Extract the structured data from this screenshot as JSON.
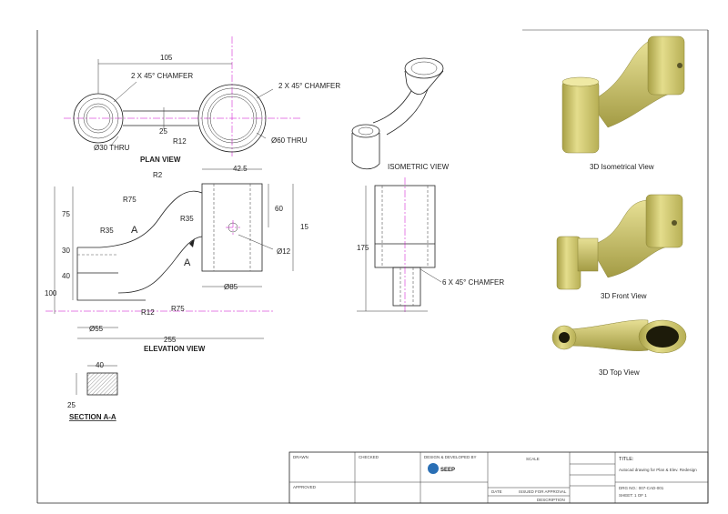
{
  "drawing": {
    "plan_view": {
      "title": "PLAN VIEW",
      "dim_overall": "105",
      "chamfer_left": "2 X 45° CHAMFER",
      "chamfer_right": "2 X 45° CHAMFER",
      "dim_offset": "25",
      "radius": "R12",
      "hole_left": "Ø30 THRU",
      "hole_right": "Ø60 THRU"
    },
    "elevation_view": {
      "title": "ELEVATION VIEW",
      "r2": "R2",
      "r75_top": "R75",
      "r35_left": "R35",
      "r35_right": "R35",
      "r12": "R12",
      "r75_bottom": "R75",
      "dim_75": "75",
      "dim_30": "30",
      "dim_40": "40",
      "dim_100": "100",
      "dim_top": "42.5",
      "dim_60": "60",
      "dim_15": "15",
      "dim_hole": "Ø12",
      "dim_boss": "Ø85",
      "dim_base": "Ø55",
      "dim_overall": "255",
      "section_a1": "A",
      "section_a2": "A"
    },
    "side_view": {
      "dim_175": "175",
      "chamfer": "6 X 45° CHAMFER"
    },
    "isometric_view": {
      "title": "ISOMETRIC VIEW"
    },
    "section": {
      "title": "SECTION A-A",
      "dim_40": "40",
      "dim_25": "25"
    },
    "renders": {
      "iso_caption": "3D Isometrical View",
      "front_caption": "3D Front View",
      "top_caption": "3D Top View",
      "part_color": "#d9d27a",
      "part_shade": "#a8a046"
    }
  },
  "title_block": {
    "drawn_by": "DRAWN",
    "checked_by": "CHECKED",
    "designed_by": "DESIGN & DEVELOPED BY",
    "approved": "APPROVED",
    "scale": "SCALE",
    "date": "DATE",
    "status": "ISSUED FOR APPROVAL",
    "description": "DESCRIPTION",
    "title_label": "TITLE:",
    "title_value": "Autocad drawing for Plan & Elev. Redesign",
    "drawing_no": "DRG NO.: 007-CAD-001",
    "sheet": "SHEET: 1 OF 1",
    "logo_text": "SEEP"
  }
}
